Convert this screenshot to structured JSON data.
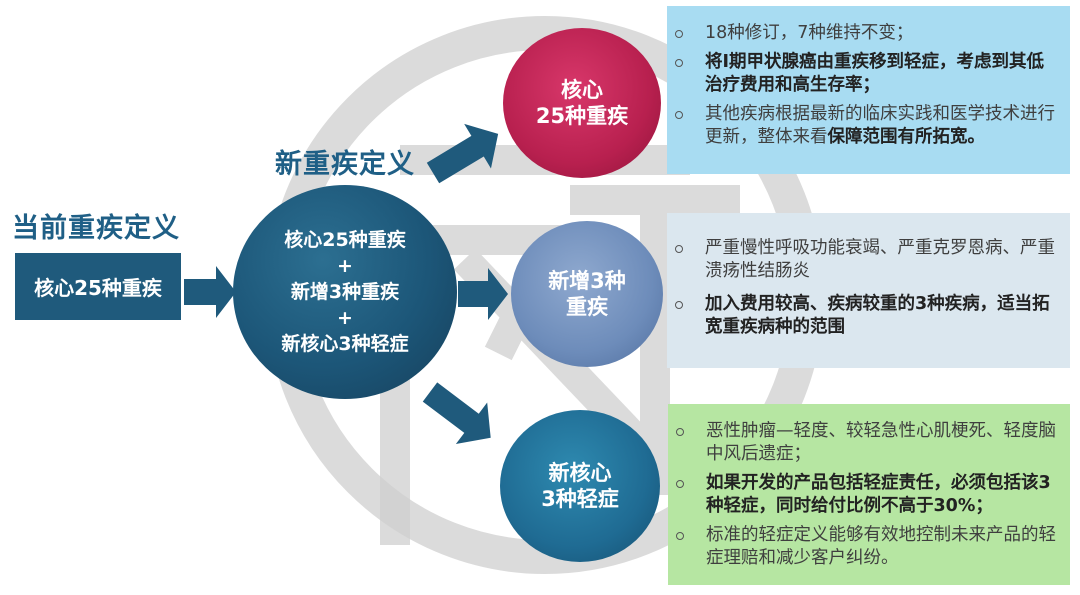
{
  "current": {
    "title": "当前重疾定义",
    "box": "核心25种重疾"
  },
  "new": {
    "title": "新重疾定义",
    "circle_lines": [
      "核心25种重疾",
      "+",
      "新增3种重疾",
      "+",
      "新核心3种轻症"
    ]
  },
  "branches": [
    {
      "circle_lines": [
        "核心",
        "25种重疾"
      ],
      "color": "#b8204f",
      "panel_color": "#a8dcf2",
      "items": [
        {
          "parts": [
            {
              "text": "18种修订，7种维持不变；",
              "bold": false
            }
          ]
        },
        {
          "parts": [
            {
              "text": "将I期甲状腺癌由重疾移到轻症，考虑到其低治疗费用和高生存率；",
              "bold": true
            }
          ]
        },
        {
          "parts": [
            {
              "text": "其他疾病根据最新的临床实践和医学技术进行更新，整体来看",
              "bold": false
            },
            {
              "text": "保障范围有所拓宽。",
              "bold": true
            }
          ]
        }
      ]
    },
    {
      "circle_lines": [
        "新增3种",
        "重疾"
      ],
      "color": "#6d8cba",
      "panel_color": "#dbe7ef",
      "items": [
        {
          "parts": [
            {
              "text": "严重慢性呼吸功能衰竭、严重克罗恩病、严重溃疡性结肠炎",
              "bold": false
            }
          ]
        },
        {
          "parts": [
            {
              "text": "加入费用较高、疾病较重的3种疾病，适当拓宽重疾病种的范围",
              "bold": true
            }
          ]
        }
      ]
    },
    {
      "circle_lines": [
        "新核心",
        "3种轻症"
      ],
      "color": "#1f6b93",
      "panel_color": "#b6e6a2",
      "items": [
        {
          "parts": [
            {
              "text": "恶性肿瘤—轻度、较轻急性心肌梗死、轻度脑中风后遗症；",
              "bold": false
            }
          ]
        },
        {
          "parts": [
            {
              "text": "如果开发的产品包括轻症责任，必须包括该3种轻症，同时给付比例不高于30%；",
              "bold": true
            }
          ]
        },
        {
          "parts": [
            {
              "text": "标准的轻症定义能够有效地控制未来产品的轻症理赔和减少客户纠纷。",
              "bold": false
            }
          ]
        }
      ]
    }
  ],
  "colors": {
    "primary": "#1f5a7c",
    "arrow": "#1f5a7c",
    "title": "#1f5f86"
  }
}
